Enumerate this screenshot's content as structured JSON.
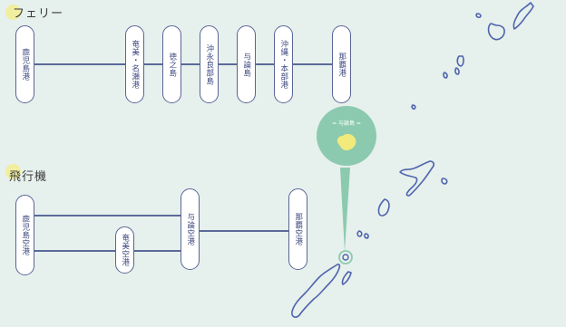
{
  "ferry": {
    "title": "フェリー",
    "ports": [
      {
        "label": "鹿児島港"
      },
      {
        "label": "奄美・名瀬港"
      },
      {
        "label": "徳之島"
      },
      {
        "label": "沖永良部島"
      },
      {
        "label": "与論島"
      },
      {
        "label": "沖縄・本部港"
      },
      {
        "label": "那覇港"
      }
    ]
  },
  "air": {
    "title": "飛行機",
    "airports": [
      {
        "label": "鹿児島空港"
      },
      {
        "label": "奄美空港"
      },
      {
        "label": "与論空港"
      },
      {
        "label": "那覇空港"
      }
    ]
  },
  "map": {
    "pin_label": "= 与論島 =",
    "pin_color": "#8ccab0",
    "island_color": "#f2ea7a",
    "outline_color": "#4f64ad"
  },
  "colors": {
    "background": "#e6f0ec",
    "accent_dot": "#f1eea0",
    "line": "#5a6a9a"
  }
}
